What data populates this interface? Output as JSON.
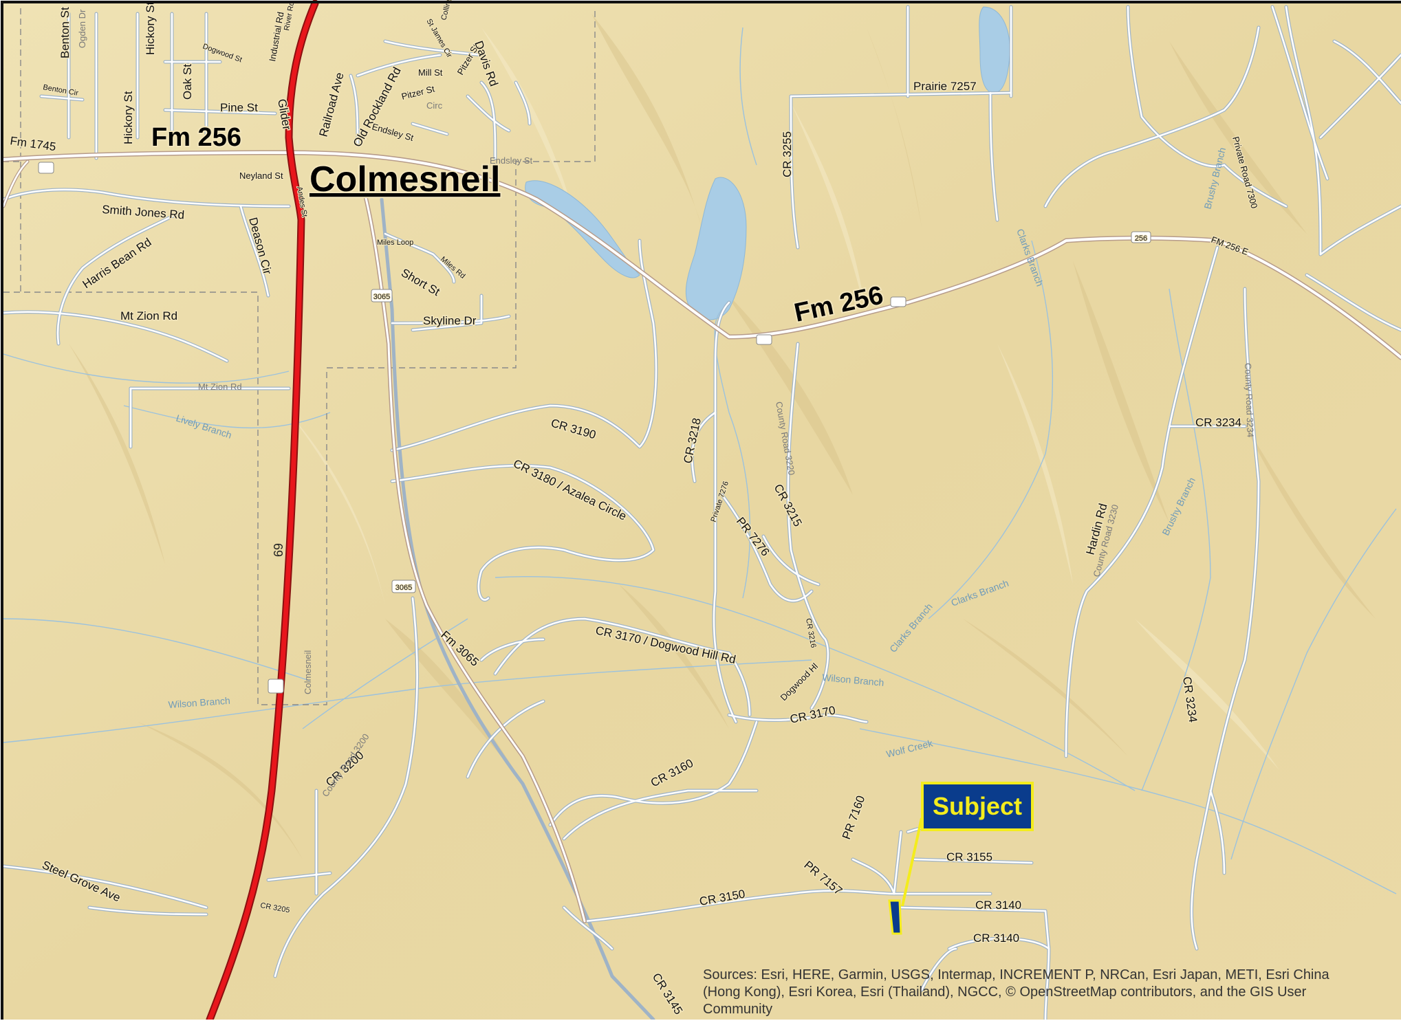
{
  "map": {
    "town": "Colmesneil",
    "highway_shield": "69",
    "subject_label": "Subject",
    "sources": [
      "Sources: Esri, HERE, Garmin, USGS, Intermap, INCREMENT P, NRCan, Esri Japan, METI, Esri China",
      "(Hong Kong), Esri Korea, Esri (Thailand), NGCC, © OpenStreetMap contributors, and the GIS User",
      "Community"
    ],
    "major_roads": {
      "fm256_west": "Fm 256",
      "fm256_east": "Fm 256"
    },
    "streets": {
      "benton_st": "Benton St",
      "benton_cir": "Benton Cir",
      "ogden_dr": "Ogden Dr",
      "hickory_st_north": "Hickory St",
      "hickory_st_south": "Hickory St",
      "oak_st": "Oak St",
      "dogwood_st": "Dogwood St",
      "pine_st": "Pine St",
      "industrial_rd": "Industrial Rd",
      "river_rd": "River Rd",
      "glider": "Glider",
      "railroad_ave": "Railroad Ave",
      "old_rockland_rd": "Old Rockland Rd",
      "mill_st": "Mill St",
      "pitzer_st_1": "Pitzer St",
      "pitzer_st_2": "Pitzer St",
      "st_james_cir": "St James Cir",
      "collins_st": "Collins St",
      "davis_rd": "Davis Rd",
      "circ": "Circ",
      "endsley_st": "Endsley St",
      "endsley_st_2": "Endsley St",
      "fm_1745": "Fm 1745",
      "neyland_st": "Neyland St",
      "andes_st": "Andes St",
      "smith_jones_rd": "Smith Jones Rd",
      "harris_bean_rd": "Harris Bean Rd",
      "deason_cir": "Deason Cir",
      "mt_zion_rd_1": "Mt Zion Rd",
      "mt_zion_rd_2": "Mt Zion Rd",
      "miles_loop": "Miles Loop",
      "miles_rd": "Miles Rd",
      "short_st": "Short St",
      "skyline_dr": "Skyline Dr",
      "prairie_7257": "Prairie 7257",
      "cr_3255": "CR 3255",
      "private_road_7300": "Private Road 7300",
      "cr_3190": "CR 3190",
      "cr_3180": "CR 3180 / Azalea Circle",
      "cr_3218": "CR 3218",
      "private_7276": "Private 7276",
      "pr_7276": "PR 7276",
      "cr_3215": "CR 3215",
      "county_road_3220": "County Road 3220",
      "cr_3216": "CR 3216",
      "cr_3234": "CR 3234",
      "county_road_3234": "County Road 3234",
      "cr_3234_south": "CR 3234",
      "hardin_rd": "Hardin Rd",
      "county_road_3230": "County Road 3230",
      "fm_3065": "Fm 3065",
      "cr_3170_dogwood": "CR 3170 / Dogwood Hill Rd",
      "dogwood_hl": "Dogwood Hl",
      "cr_3170": "CR 3170",
      "cr_3160": "CR 3160",
      "cr_3200": "CR 3200",
      "county_road_3200": "County Road 3200",
      "cr_3205": "CR 3205",
      "steel_grove_ave": "Steel Grove Ave",
      "pr_7160": "PR 7160",
      "pr_7157": "PR 7157",
      "cr_3155": "CR 3155",
      "cr_3150": "CR 3150",
      "cr_3140_north": "CR 3140",
      "cr_3140_south": "CR 3140",
      "cr_3145": "CR 3145",
      "fm_256_e": "FM 256 E",
      "colmesneil_boundary": "Colmesneil",
      "shield_3065_north": "3065",
      "shield_3065_south": "3065",
      "shield_256": "256"
    },
    "water": {
      "lively_branch": "Lively Branch",
      "wilson_branch_west": "Wilson Branch",
      "wilson_branch_east": "Wilson Branch",
      "clarks_branch_1": "Clarks Branch",
      "clarks_branch_2": "Clarks Branch",
      "clarks_branch_north": "Clarks Branch",
      "wolf_creek": "Wolf Creek",
      "brushy_branch_north": "Brushy Branch",
      "brushy_branch_south": "Brushy Branch"
    },
    "colors": {
      "terrain": "#e9d9a6",
      "highway": "#e8161c",
      "road_casing": "#9fb3c6",
      "road_fill": "#ffffff",
      "water": "#a9cde6",
      "subject_fill": "#0a3c8c",
      "subject_outline": "#f4ec1d"
    }
  }
}
